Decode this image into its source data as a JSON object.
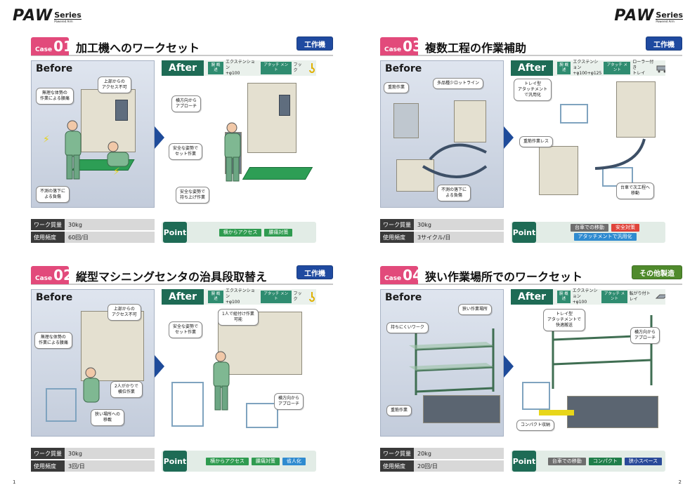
{
  "logo": {
    "mark": "PAW",
    "series": "Series",
    "sub": "Powered Arm"
  },
  "page_numbers": {
    "left": "1",
    "right": "2"
  },
  "cases": {
    "c01": {
      "case_word": "Case",
      "num": "01",
      "title": "加工機へのワークセット",
      "category": "工作機",
      "before_label": "Before",
      "after_label": "After",
      "spec": {
        "arm_key": "腕\n概述",
        "arm_val": "エクステンション\n+φ100",
        "att_key": "アタッチ\nメント",
        "att_val": "フック"
      },
      "before_callouts": [
        "上部からの\nアクセス不可",
        "無理な体勢の\n作業による腰痛",
        "不測の落下に\nよる負傷"
      ],
      "after_callouts": [
        "横方向から\nアプローチ",
        "安全な姿勢で\nセット作業",
        "安全な姿勢で\n持ち上げ作業"
      ],
      "info": {
        "mass_key": "ワーク質量",
        "mass_val": "30kg",
        "freq_key": "使用頻度",
        "freq_val": "60回/日"
      },
      "point_label": "Point",
      "points": [
        "横からアクセス",
        "腰痛対策"
      ]
    },
    "c02": {
      "case_word": "Case",
      "num": "02",
      "title": "縦型マシニングセンタの治具段取替え",
      "category": "工作機",
      "before_label": "Before",
      "after_label": "After",
      "spec": {
        "arm_key": "腕\n概述",
        "arm_val": "エクステンション\n+φ100",
        "att_key": "アタッチ\nメント",
        "att_val": "フック"
      },
      "before_callouts": [
        "上部からの\nアクセス不可",
        "無理な体勢の\n作業による腰痛",
        "2人がかりで\n横位作業",
        "狭い場所への\n移載"
      ],
      "after_callouts": [
        "1人で組付け作業\n可能",
        "安全な姿勢で\nセット作業",
        "横方向から\nアプローチ"
      ],
      "info": {
        "mass_key": "ワーク質量",
        "mass_val": "30kg",
        "freq_key": "使用頻度",
        "freq_val": "3回/日"
      },
      "point_label": "Point",
      "points": [
        "横からアクセス",
        "腰痛対策",
        "省人化"
      ]
    },
    "c03": {
      "case_word": "Case",
      "num": "03",
      "title": "複数工程の作業補助",
      "category": "工作機",
      "before_label": "Before",
      "after_label": "After",
      "spec": {
        "arm_key": "腕\n概述",
        "arm_val": "エクステンション\n+φ100+φ125",
        "att_key": "アタッチ\nメント",
        "att_val": "ローラー付き\nトレイ"
      },
      "before_callouts": [
        "重筋作業",
        "多品種少ロットライン",
        "不測の落下に\nよる負傷"
      ],
      "after_callouts": [
        "トレイ型\nアタッチメント\nで汎用化",
        "重筋作業レス",
        "台車で次工程へ\n移動"
      ],
      "info": {
        "mass_key": "ワーク質量",
        "mass_val": "30kg",
        "freq_key": "使用頻度",
        "freq_val": "3サイクル/日"
      },
      "point_label": "Point",
      "points": [
        "台車での移動",
        "安全対策",
        "アタッチメントで汎用化"
      ]
    },
    "c04": {
      "case_word": "Case",
      "num": "04",
      "title": "狭い作業場所でのワークセット",
      "category": "その他製造",
      "before_label": "Before",
      "after_label": "After",
      "spec": {
        "arm_key": "腕\n概述",
        "arm_val": "エクステンション\n+φ100",
        "att_key": "アタッチ\nメント",
        "att_val": "転がり付トレイ"
      },
      "before_callouts": [
        "狭い作業場所",
        "持ちにくいワーク",
        "重筋作業"
      ],
      "after_callouts": [
        "トレイ型\nアタッチメントで\n快適搬送",
        "横方向から\nアプローチ",
        "コンパクト収納"
      ],
      "info": {
        "mass_key": "ワーク質量",
        "mass_val": "20kg",
        "freq_key": "使用頻度",
        "freq_val": "20回/日"
      },
      "point_label": "Point",
      "points": [
        "台車での移動",
        "コンパクト",
        "狭小スペース"
      ]
    }
  }
}
